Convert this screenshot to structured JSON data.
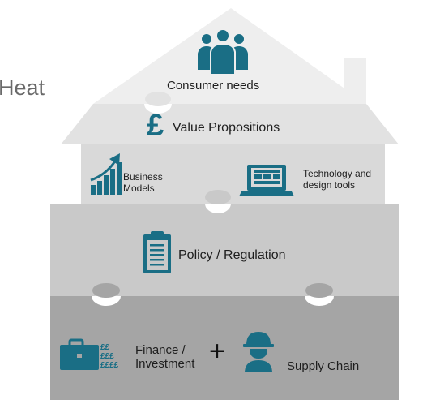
{
  "edge_text": "Heat",
  "layers": {
    "roof": {
      "label": "Consumer needs",
      "icon": "people-group-icon"
    },
    "value": {
      "label": "Value Propositions",
      "icon": "pound-sign-icon"
    },
    "business": {
      "label_line1": "Business",
      "label_line2": "Models",
      "icon": "growth-chart-icon"
    },
    "technology": {
      "label_line1": "Technology and",
      "label_line2": "design tools",
      "icon": "laptop-icon"
    },
    "policy": {
      "label": "Policy / Regulation",
      "icon": "clipboard-icon"
    },
    "finance": {
      "label_line1": "Finance /",
      "label_line2": "Investment",
      "icon": "briefcase-icon",
      "currency_rows": [
        "££",
        "£££",
        "££££"
      ]
    },
    "connector": "+",
    "supply": {
      "label": "Supply Chain",
      "icon": "worker-helmet-icon"
    }
  },
  "colors": {
    "icon_teal": "#1a6e85",
    "roof_fill": "#eeeeee",
    "value_fill": "#e2e2e2",
    "business_fill": "#d9d9d9",
    "policy_fill": "#c9c9c9",
    "foundation_fill": "#a5a5a5",
    "chimney_fill": "#eeeeee"
  }
}
